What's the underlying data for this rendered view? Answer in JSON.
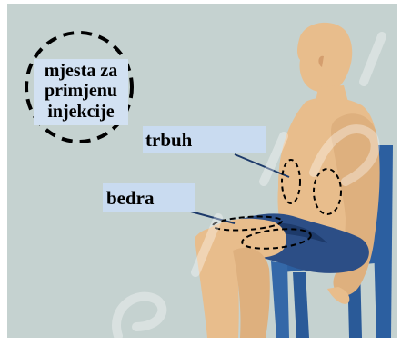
{
  "legend": {
    "line1": "mjesta za",
    "line2": "primjenu",
    "line3": "injekcije"
  },
  "labels": {
    "abdomen": "trbuh",
    "thighs": "bedra"
  },
  "colors": {
    "background": "#c5d2d0",
    "skin": "#e8bd8c",
    "skin_shadow": "#d49e6e",
    "shorts": "#2c4e86",
    "shorts_dark": "#1d3a6a",
    "chair": "#2c5fa0",
    "label_bg": "#c9dbf0",
    "outline": "#000000"
  },
  "icons": {
    "legend_marker": "dashed-circle-icon",
    "injection_site": "dashed-ellipse-icon"
  }
}
